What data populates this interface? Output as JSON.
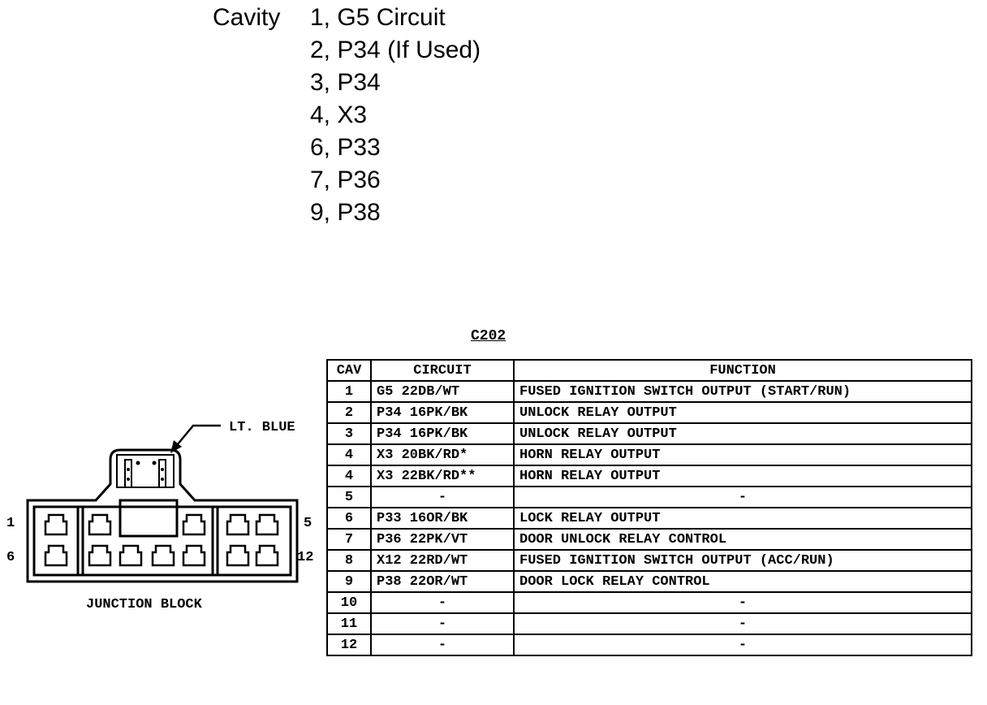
{
  "cavity_list": {
    "title": "Cavity",
    "items": [
      "1, G5 Circuit",
      "2, P34 (If Used)",
      "3, P34",
      "4, X3",
      "6, P33",
      "7, P36",
      "9, P38"
    ]
  },
  "table": {
    "title": "C202",
    "headers": {
      "cav": "CAV",
      "circuit": "CIRCUIT",
      "function": "FUNCTION"
    },
    "rows": [
      {
        "cav": "1",
        "circuit": "G5 22DB/WT",
        "function": "FUSED IGNITION SWITCH OUTPUT (START/RUN)"
      },
      {
        "cav": "2",
        "circuit": "P34 16PK/BK",
        "function": "UNLOCK RELAY OUTPUT"
      },
      {
        "cav": "3",
        "circuit": "P34 16PK/BK",
        "function": "UNLOCK RELAY OUTPUT"
      },
      {
        "cav": "4",
        "circuit": "X3 20BK/RD*",
        "function": "HORN RELAY OUTPUT"
      },
      {
        "cav": "4",
        "circuit": "X3 22BK/RD**",
        "function": "HORN RELAY OUTPUT"
      },
      {
        "cav": "5",
        "circuit": "-",
        "function": "-"
      },
      {
        "cav": "6",
        "circuit": "P33 16OR/BK",
        "function": "LOCK RELAY OUTPUT"
      },
      {
        "cav": "7",
        "circuit": "P36 22PK/VT",
        "function": "DOOR UNLOCK RELAY CONTROL"
      },
      {
        "cav": "8",
        "circuit": "X12 22RD/WT",
        "function": "FUSED IGNITION SWITCH OUTPUT (ACC/RUN)"
      },
      {
        "cav": "9",
        "circuit": "P38 22OR/WT",
        "function": "DOOR LOCK RELAY CONTROL"
      },
      {
        "cav": "10",
        "circuit": "-",
        "function": "-"
      },
      {
        "cav": "11",
        "circuit": "-",
        "function": "-"
      },
      {
        "cav": "12",
        "circuit": "-",
        "function": "-"
      }
    ]
  },
  "connector": {
    "color_label": "LT. BLUE",
    "caption": "JUNCTION BLOCK",
    "pin_labels": {
      "top_left": "1",
      "top_right": "5",
      "bottom_left": "6",
      "bottom_right": "12"
    }
  }
}
